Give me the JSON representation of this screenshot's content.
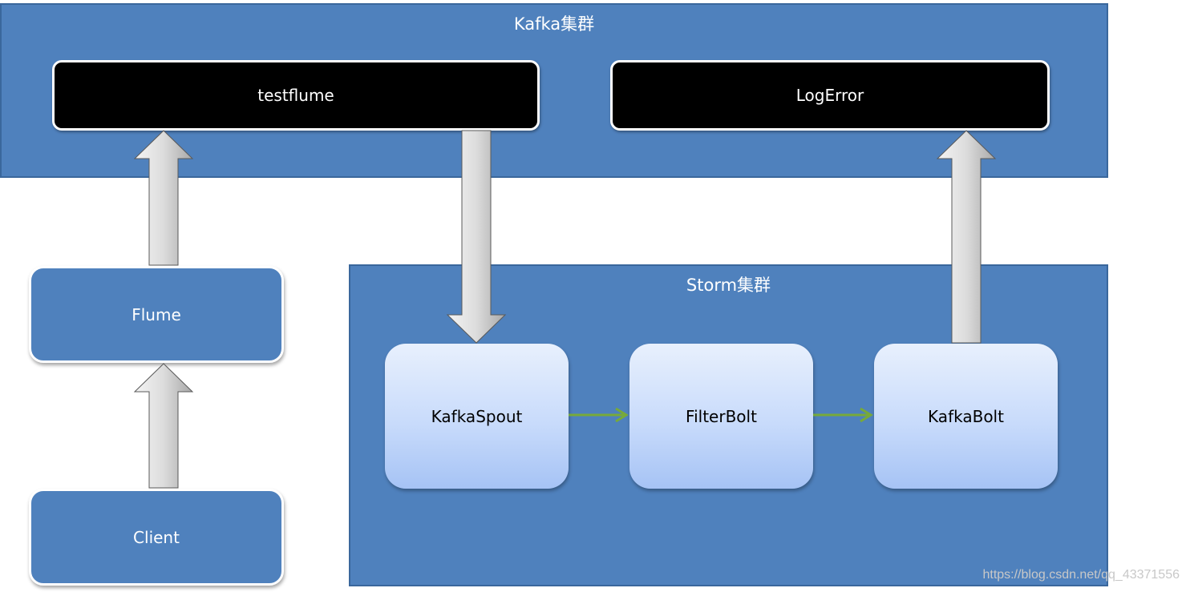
{
  "kafka_cluster": {
    "title": "Kafka集群"
  },
  "storm_cluster": {
    "title": "Storm集群"
  },
  "topics": {
    "testflume": "testflume",
    "logerror": "LogError"
  },
  "nodes": {
    "flume": "Flume",
    "client": "Client"
  },
  "bolts": {
    "kafkaspout": "KafkaSpout",
    "filterbolt": "FilterBolt",
    "kafkabolt": "KafkaBolt"
  },
  "watermark": "https://blog.csdn.net/qq_43371556",
  "colors": {
    "cluster_fill": "#4f81bd",
    "topic_fill": "#000000",
    "connector_arrow": "#77a93a",
    "block_arrow_fill": "#c8c8c8"
  }
}
